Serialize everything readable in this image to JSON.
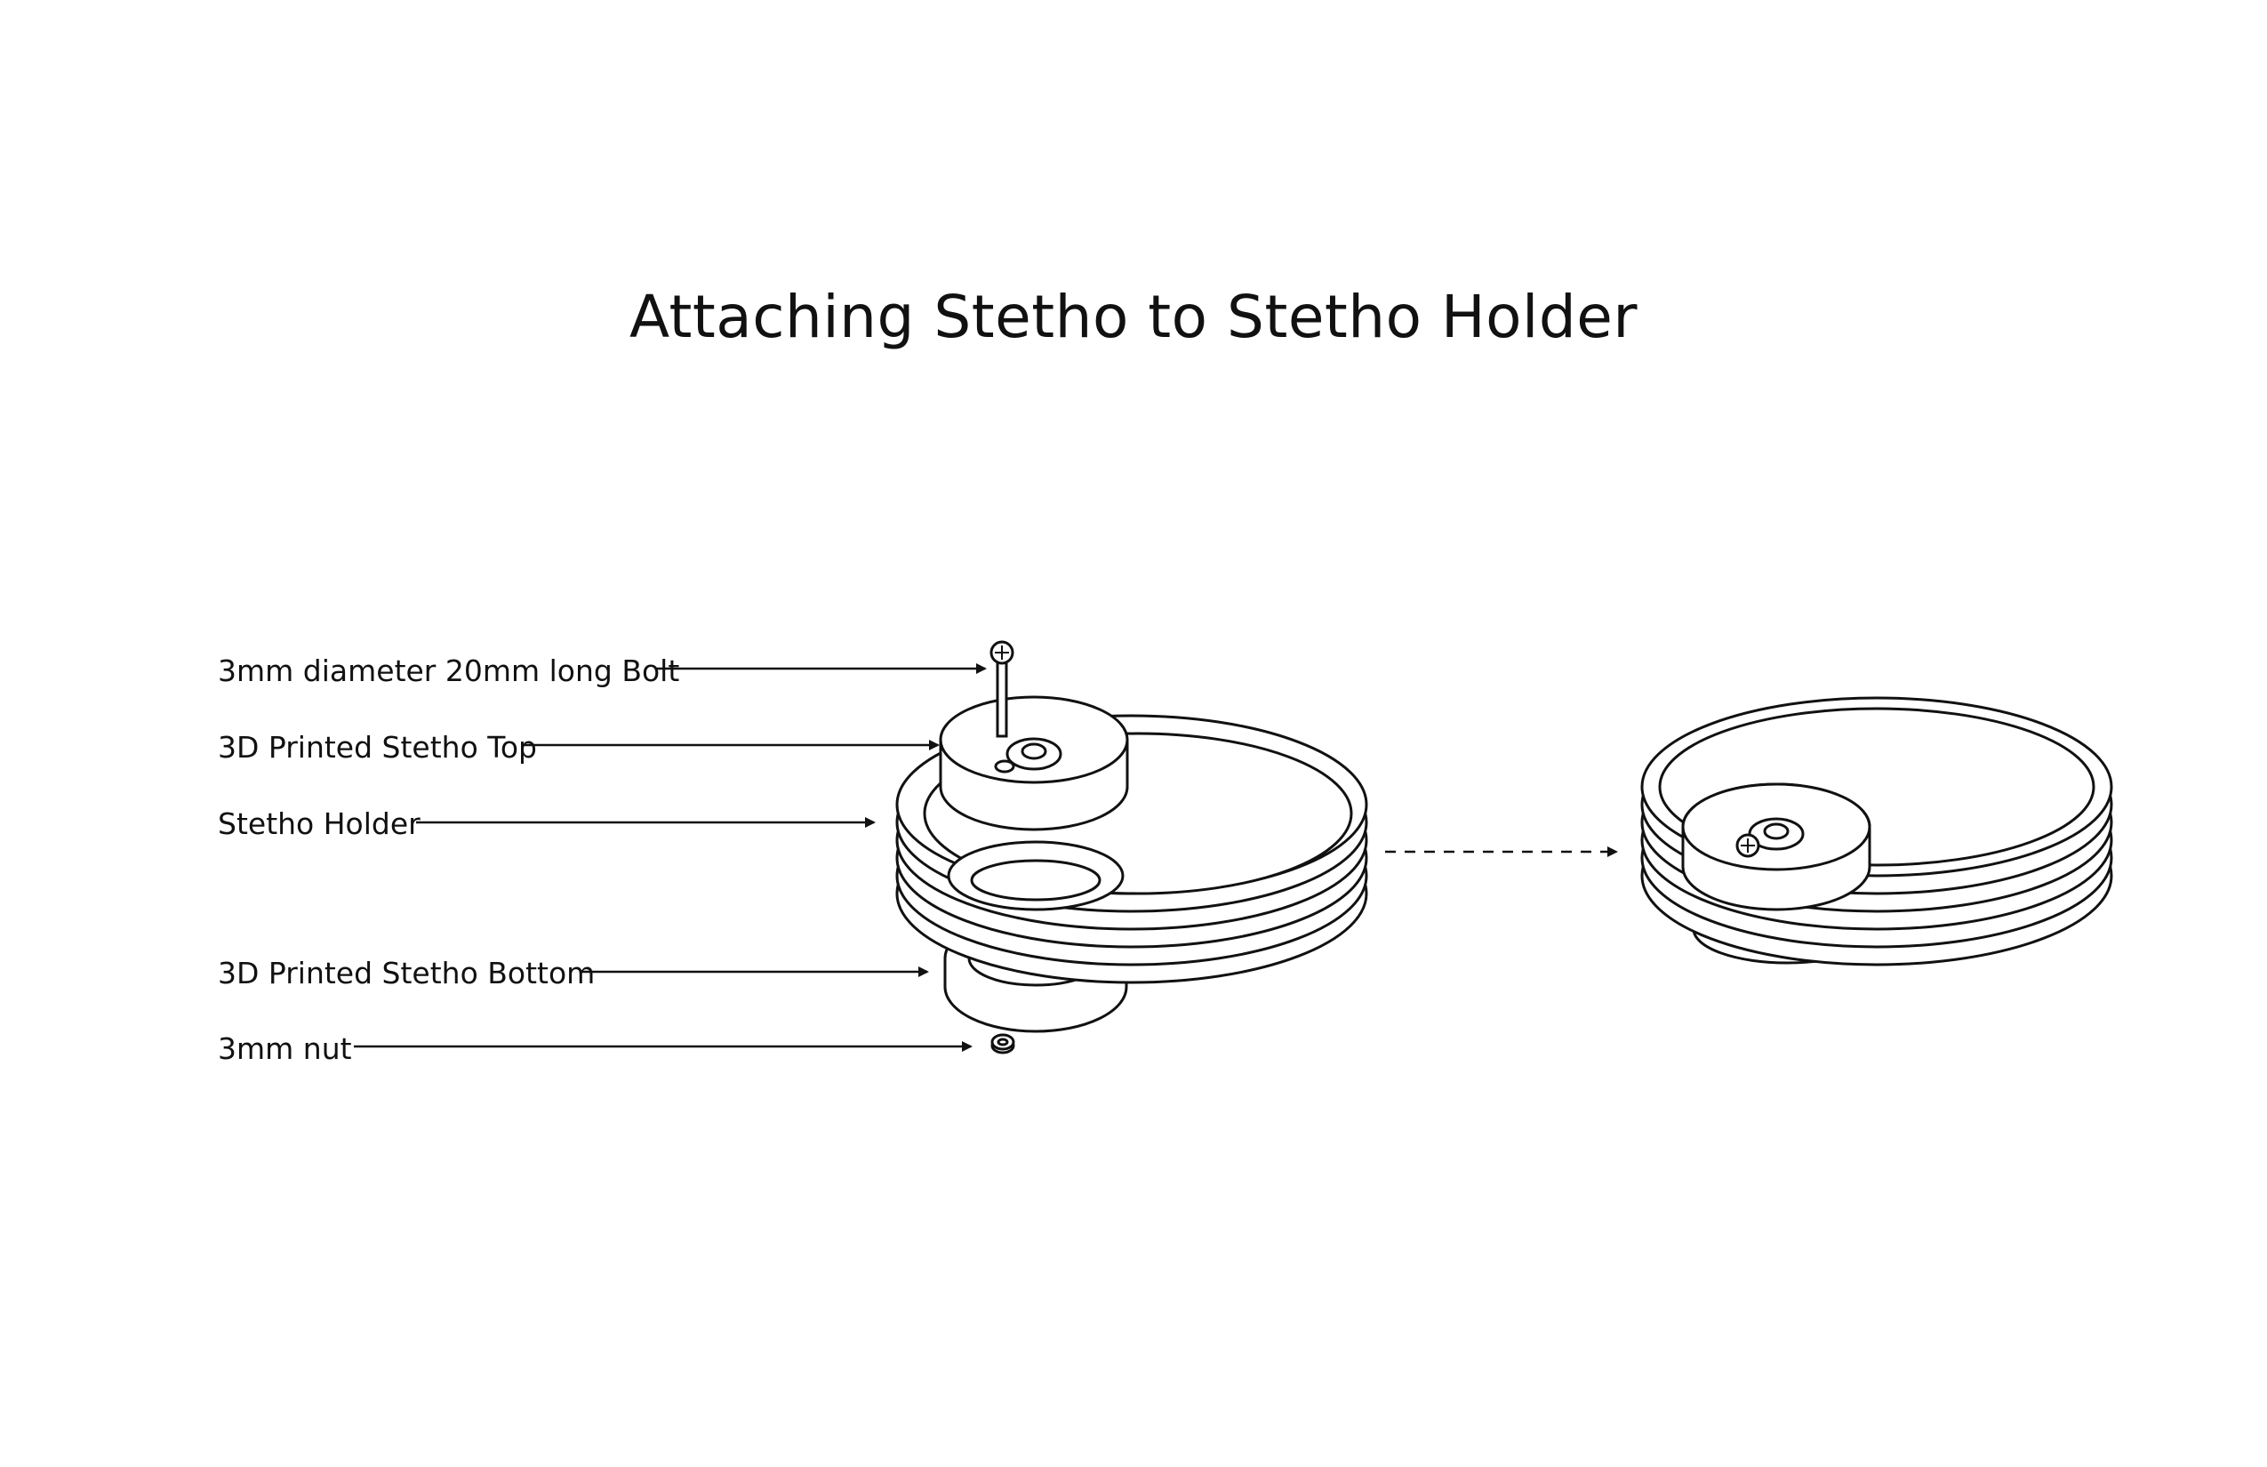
{
  "title": "Attaching Stetho to Stetho Holder",
  "labels": {
    "bolt": "3mm diameter 20mm long Bolt",
    "top": "3D Printed Stetho Top",
    "holder": "Stetho Holder",
    "bottom": "3D Printed Stetho Bottom",
    "nut": "3mm nut"
  },
  "colors": {
    "ink": "#111111",
    "background": "#ffffff"
  }
}
